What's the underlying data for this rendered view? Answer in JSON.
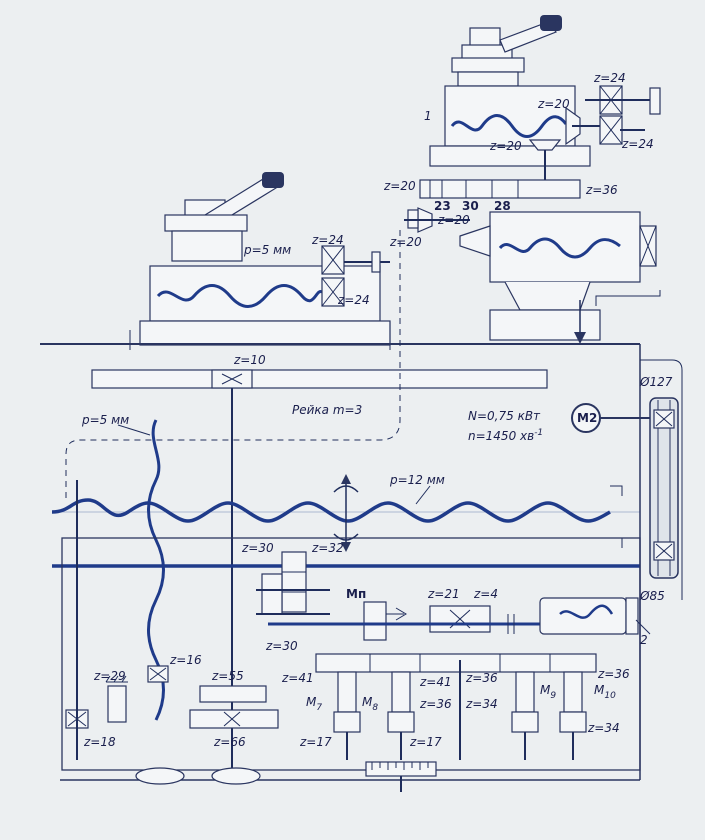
{
  "marker_1": "1",
  "marker_2": "2",
  "cross_slide": {
    "z24_top": "z=24",
    "z20_bevel": "z=20",
    "z20_lower": "z=20",
    "z24_bottom": "z=24",
    "z20_left": "z=20",
    "z36_right": "z=36",
    "rack_23": "23",
    "rack_30": "30",
    "rack_28": "28",
    "z20_small": "z=20",
    "z20_side": "z=20"
  },
  "long_slide": {
    "pitch": "p=5 мм",
    "z24_top": "z=24",
    "z24_bottom": "z=24"
  },
  "bed": {
    "z10": "z=10",
    "rack": "Рейка m=3",
    "pitch_left": "p=5 мм",
    "power": "N=0,75 кВт",
    "speed": "n=1450 хв",
    "speed_exp": "-1",
    "motor": "M2",
    "pulley_top": "Ø127",
    "pulley_bottom": "Ø85",
    "pitch_main": "p=12 мм"
  },
  "gearbox": {
    "z30_top": "z=30",
    "z32": "z=32",
    "z30_bottom": "z=30",
    "clutch": "Mп",
    "z21": "z=21",
    "z4": "z=4",
    "z16": "z=16",
    "z29": "z=29",
    "z18": "z=18",
    "z55": "z=55",
    "z66": "z=66",
    "z41_left": "z=41",
    "m7": "M",
    "m7_sub": "7",
    "m8": "M",
    "m8_sub": "8",
    "z41_mid": "z=41",
    "z36_mid": "z=36",
    "z36_low": "z=36",
    "z34_mid": "z=34",
    "z36_right": "z=36",
    "m9": "M",
    "m9_sub": "9",
    "m10": "M",
    "m10_sub": "10",
    "z17_left": "z=17",
    "z17_mid": "z=17",
    "z34_right": "z=34"
  }
}
